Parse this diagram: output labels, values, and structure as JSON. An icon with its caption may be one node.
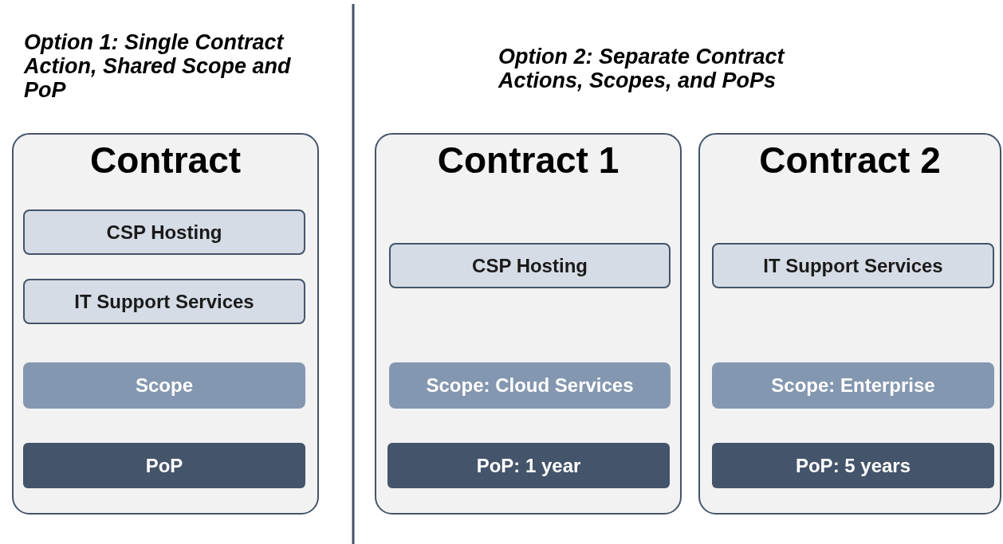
{
  "diagram": {
    "nodes": [
      {
        "text": [
          "Contract"
        ]
      },
      {
        "text": [
          "CSP Hosting"
        ],
        "in": 0
      },
      {
        "text": [
          "IT Support Services"
        ],
        "in": 0
      },
      {
        "text": [
          "Scope"
        ],
        "in": 0
      },
      {
        "text": [
          "PoP"
        ],
        "in": 0
      },
      {
        "text": [
          "Contract 1"
        ]
      },
      {
        "text": [
          "CSP Hosting"
        ],
        "in": 5
      },
      {
        "text": [
          "Scope: Cloud Services"
        ],
        "in": 5
      },
      {
        "text": [
          "PoP: 1 year"
        ],
        "in": 5
      },
      {
        "text": [
          "Contract 2"
        ]
      },
      {
        "text": [
          "IT Support Services"
        ],
        "in": 9
      },
      {
        "text": [
          "Scope: Enterprise"
        ],
        "in": 9
      },
      {
        "text": [
          "PoP: 5 years"
        ],
        "in": 9
      }
    ],
    "labels": [
      "Option 1: Single Contract Action, Shared Scope and PoP",
      "Option 2: Separate Contract Actions, Scopes, and PoPs"
    ]
  }
}
